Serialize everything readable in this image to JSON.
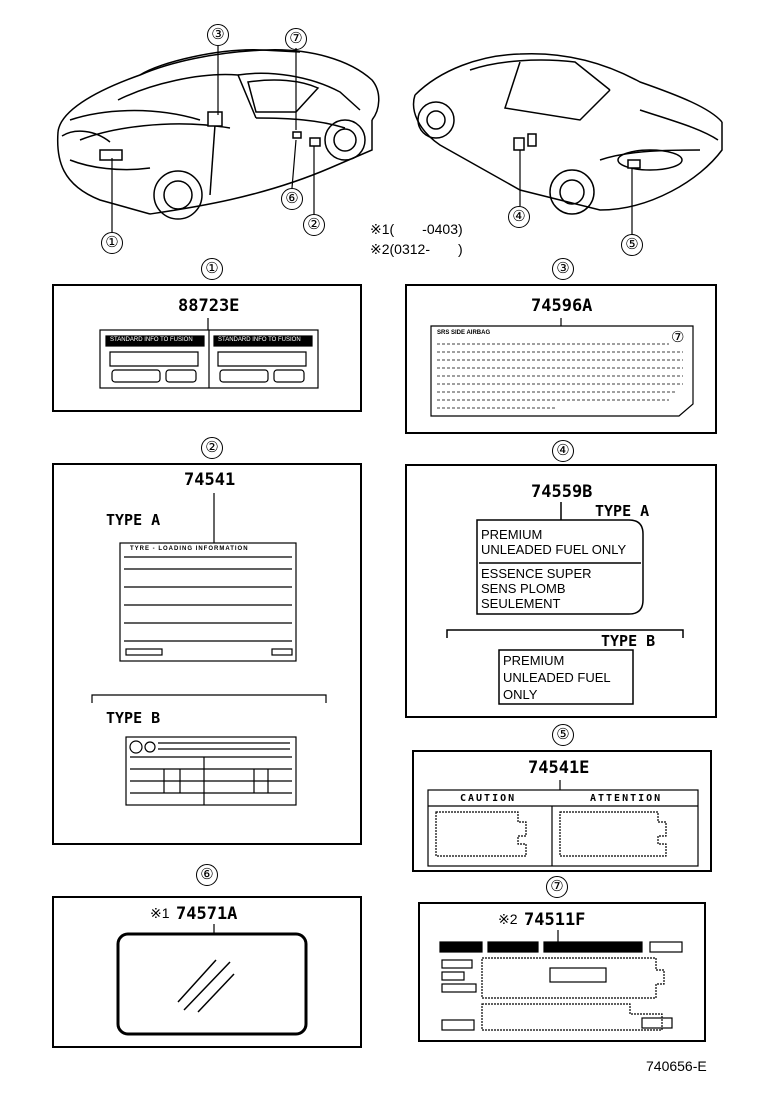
{
  "callouts": {
    "c1": "①",
    "c2": "②",
    "c3": "③",
    "c4": "④",
    "c5": "⑤",
    "c6": "⑥",
    "c7": "⑦"
  },
  "notes": {
    "note1": "※1(　　-0403)",
    "note2": "※2(0312-　　)"
  },
  "labels": {
    "l1": {
      "part": "88723E",
      "left_title": "STANDARD INFO TO FUSION",
      "right_title": "STANDARD INFO TO FUSION"
    },
    "l3": {
      "part": "74596A",
      "title": "SRS SIDE AIRBAG",
      "badge": "⑦"
    },
    "l2": {
      "part": "74541",
      "type_a": "TYPE A",
      "type_a_title": "TYRE - LOADING INFORMATION",
      "type_b": "TYPE B"
    },
    "l4": {
      "part": "74559B",
      "type_a": "TYPE A",
      "line1": "PREMIUM",
      "line2": "UNLEADED FUEL ONLY",
      "line3": "ESSENCE SUPER",
      "line4": "SENS PLOMB",
      "line5": "SEULEMENT",
      "type_b": "TYPE B",
      "b_line1": "PREMIUM",
      "b_line2": "UNLEADED FUEL",
      "b_line3": "ONLY"
    },
    "l5": {
      "part": "74541E",
      "caution": "CAUTION",
      "attention": "ATTENTION"
    },
    "l6": {
      "part": "74571A",
      "mark": "※1"
    },
    "l7": {
      "part": "74511F",
      "mark": "※2"
    }
  },
  "figure_code": "740656-E"
}
